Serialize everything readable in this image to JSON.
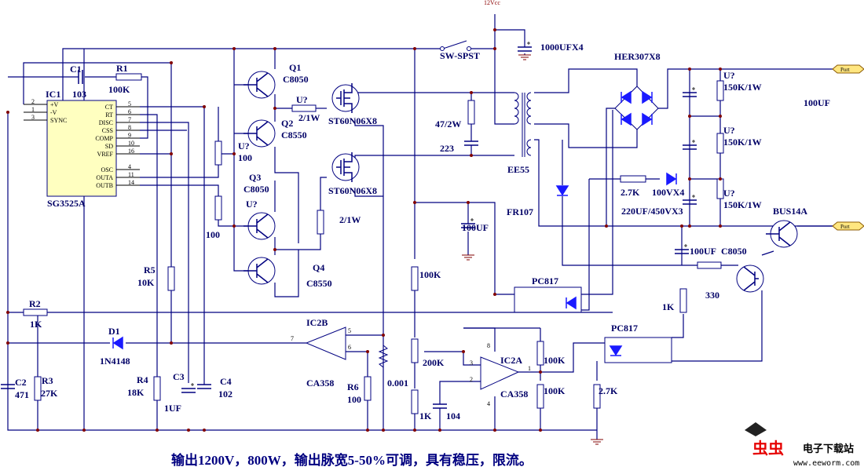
{
  "colors": {
    "wire": "#000080",
    "diode": "#1a1aff",
    "ic_fill": "#ffffc0",
    "port_fill": "#ffe680",
    "logo": "#e60000"
  },
  "ic1": {
    "ref": "IC1",
    "part": "SG3525A",
    "left_pins": [
      {
        "num": "2",
        "name": "+V"
      },
      {
        "num": "1",
        "name": "-V"
      },
      {
        "num": "3",
        "name": "SYNC"
      }
    ],
    "right_pins": [
      {
        "num": "5",
        "name": "CT"
      },
      {
        "num": "6",
        "name": "RT"
      },
      {
        "num": "7",
        "name": "DISC"
      },
      {
        "num": "8",
        "name": "CSS"
      },
      {
        "num": "9",
        "name": "COMP"
      },
      {
        "num": "10",
        "name": "SD"
      },
      {
        "num": "16",
        "name": "VREF"
      },
      {
        "num": "4",
        "name": "OSC"
      },
      {
        "num": "11",
        "name": "OUTA"
      },
      {
        "num": "14",
        "name": "OUTB"
      }
    ]
  },
  "labels": {
    "c1": "C1",
    "c1_val": "103",
    "r1": "R1",
    "r1_val": "100K",
    "q1": "Q1",
    "q1_part": "C8050",
    "q2": "Q2",
    "q2_part": "C8550",
    "u_gate1": "U?",
    "u_gate1_val": "2/1W",
    "u_b1": "U?",
    "u_b1_val": "100",
    "q3": "Q3",
    "q3_part": "C8050",
    "u_b2": "U?",
    "r_b2_val": "100",
    "q4": "Q4",
    "q4_part": "C8550",
    "mos1": "ST60N06X8",
    "mos2": "ST60N06X8",
    "r_gate2": "2/1W",
    "sw": "SW-SPST",
    "vcc": "12Vcc",
    "c_bulk": "1000UFX4",
    "snub_r": "47/2W",
    "snub_c": "223",
    "xfmr": "EE55",
    "bridge": "HER307X8",
    "u_div1": "U?",
    "div1": "150K/1W",
    "u_div2": "U?",
    "div2": "150K/1W",
    "u_div3": "U?",
    "div3": "150K/1W",
    "c_out_note": "100UF",
    "r_fb": "2.7K",
    "zener": "100VX4",
    "c_out": "220UF/450VX3",
    "fr107": "FR107",
    "bus14a": "BUS14A",
    "port1": "Port",
    "port2": "Port",
    "c_aux": "100UF",
    "c_aux2": "100UF",
    "q_fb": "C8050",
    "pc817a": "PC817",
    "pc817b": "PC817",
    "r_1k": "1K",
    "r_330": "330",
    "r_100k_a": "100K",
    "pot": "200K",
    "r_1k_b": "1K",
    "c_104": "104",
    "ic2a": "IC2A",
    "ic2a_part": "CA358",
    "r_100k_b": "100K",
    "r_100k_c": "100K",
    "r_27k_b": "2.7K",
    "ic2b": "IC2B",
    "ic2b_part": "CA358",
    "r6": "R6",
    "r6_val": "100",
    "shunt": "0.001",
    "r5": "R5",
    "r5_val": "10K",
    "r2": "R2",
    "r2_val": "1K",
    "d1": "D1",
    "d1_part": "1N4148",
    "c2": "C2",
    "c2_val": "471",
    "r3": "R3",
    "r3_val": "27K",
    "r4": "R4",
    "r4_val": "18K",
    "c3": "C3",
    "c3_val": "1UF",
    "c4": "C4",
    "c4_val": "102",
    "ic2b_p5": "5",
    "ic2b_p6": "6",
    "ic2b_p7": "7",
    "ic2a_p3": "3",
    "ic2a_p2": "2",
    "ic2a_p1": "1",
    "ic2a_p8": "8",
    "ic2a_p4": "4"
  },
  "caption": "输出1200V，800W，输出脉宽5-50%可调，具有稳压，限流。",
  "logo": {
    "mark": "虫虫",
    "name": "电子下载站",
    "url": "www.eeworm.com"
  }
}
